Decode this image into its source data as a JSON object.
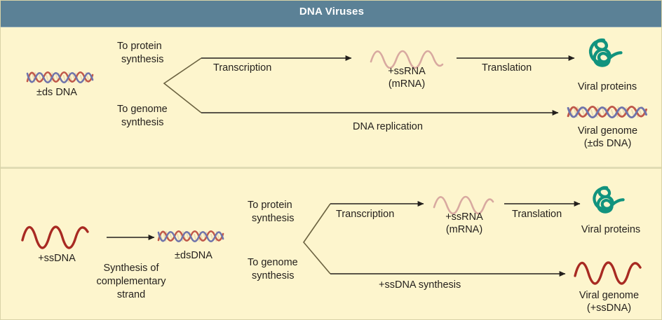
{
  "figure": {
    "title": "DNA Viruses",
    "colors": {
      "header_bg": "#5b8196",
      "header_text": "#ffffff",
      "panel_bg": "#fdf5cd",
      "divider": "#ded9b0",
      "arrow": "#231f1c",
      "fork_line": "#6b6240",
      "ssrna_pink": "#d8a9a0",
      "ssdna_red": "#a82a22",
      "protein_teal": "#11937e",
      "dna_strand_red": "#c0584a",
      "dna_strand_blue": "#6f74ab",
      "dna_rung": "#e8d8b8"
    }
  },
  "panels": [
    {
      "id": "dsdna-pathway",
      "start": {
        "icon": "dsdna-helix-icon",
        "label": "±ds DNA"
      },
      "branches": [
        {
          "label_line1": "To protein",
          "label_line2": "synthesis"
        },
        {
          "label_line1": "To genome",
          "label_line2": "synthesis"
        }
      ],
      "steps": [
        {
          "id": "transcription",
          "label": "Transcription"
        },
        {
          "id": "translation",
          "label": "Translation"
        },
        {
          "id": "dna-replication",
          "label": "DNA replication"
        }
      ],
      "intermediates": [
        {
          "id": "mrna",
          "icon": "ssrna-wave-icon",
          "label_line1": "+ssRNA",
          "label_line2": "(mRNA)"
        }
      ],
      "products": [
        {
          "id": "viral-proteins",
          "icon": "protein-tangle-icon",
          "label_line1": "Viral proteins",
          "label_line2": ""
        },
        {
          "id": "viral-genome-dsdna",
          "icon": "dsdna-helix-icon",
          "label_line1": "Viral genome",
          "label_line2": "(±ds DNA)"
        }
      ]
    },
    {
      "id": "ssdna-pathway",
      "start": {
        "icon": "ssdna-wave-icon",
        "label": "+ssDNA"
      },
      "pre_step": {
        "id": "complementary-strand-synthesis",
        "label_line1": "Synthesis of",
        "label_line2": "complementary",
        "label_line3": "strand"
      },
      "pre_product": {
        "id": "dsdna-intermediate",
        "icon": "dsdna-helix-icon",
        "label": "±dsDNA"
      },
      "branches": [
        {
          "label_line1": "To protein",
          "label_line2": "synthesis"
        },
        {
          "label_line1": "To genome",
          "label_line2": "synthesis"
        }
      ],
      "steps": [
        {
          "id": "transcription",
          "label": "Transcription"
        },
        {
          "id": "translation",
          "label": "Translation"
        },
        {
          "id": "ssdna-synthesis",
          "label": "+ssDNA synthesis"
        }
      ],
      "intermediates": [
        {
          "id": "mrna",
          "icon": "ssrna-wave-icon",
          "label_line1": "+ssRNA",
          "label_line2": "(mRNA)"
        }
      ],
      "products": [
        {
          "id": "viral-proteins",
          "icon": "protein-tangle-icon",
          "label_line1": "Viral proteins",
          "label_line2": ""
        },
        {
          "id": "viral-genome-ssdna",
          "icon": "ssdna-wave-icon",
          "label_line1": "Viral genome",
          "label_line2": "(+ssDNA)"
        }
      ]
    }
  ]
}
